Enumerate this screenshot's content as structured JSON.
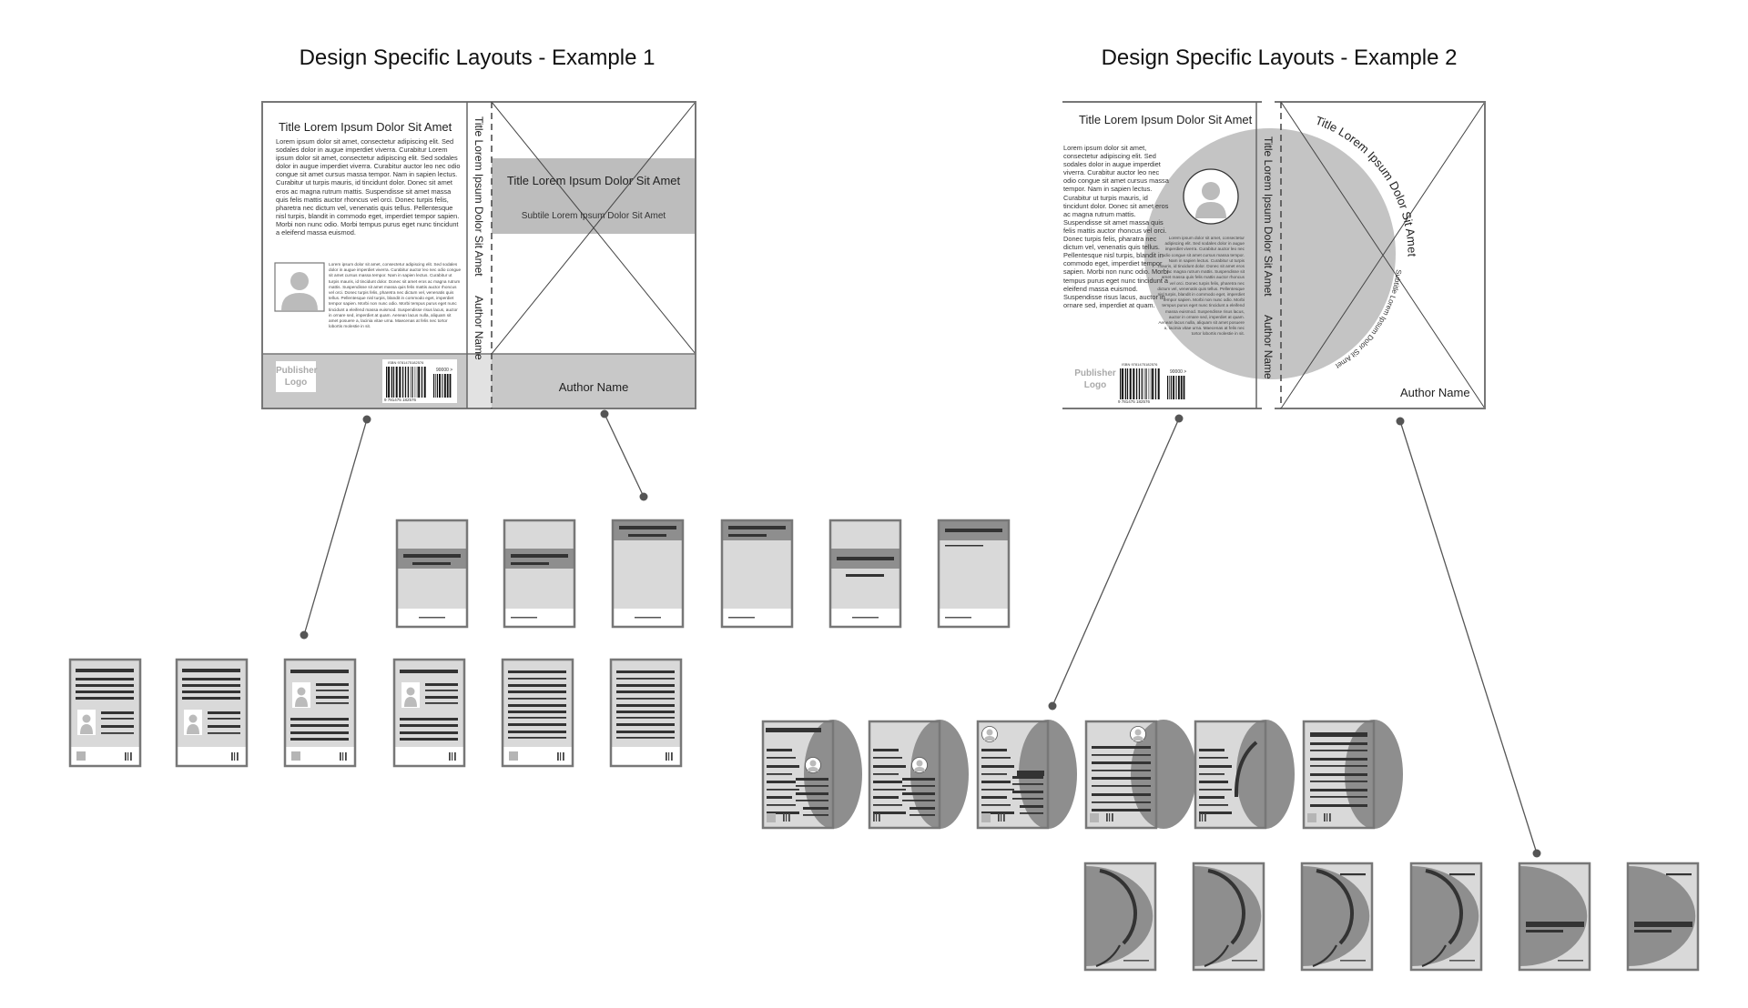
{
  "headings": {
    "example1": "Design Specific Layouts - Example 1",
    "example2": "Design Specific Layouts - Example 2"
  },
  "colors": {
    "border": "#777777",
    "light": "#d9d9d9",
    "mid": "#8e8e8e",
    "band": "#c8c8c8",
    "dark": "#333333",
    "connector": "#555555"
  },
  "example1": {
    "back_title": "Title Lorem Ipsum Dolor Sit Amet",
    "back_paragraph": "Lorem ipsum dolor sit amet, consectetur adipiscing elit. Sed sodales dolor in augue imperdiet viverra. Curabitur Lorem ipsum dolor sit amet, consectetur adipiscing elit. Sed sodales dolor in augue imperdiet viverra. Curabitur auctor leo nec odio congue sit amet cursus massa tempor. Nam in sapien lectus. Curabitur ut turpis mauris, id tincidunt dolor. Donec sit amet eros ac magna rutrum mattis. Suspendisse sit amet massa quis felis mattis auctor rhoncus vel orci. Donec turpis felis, pharetra nec dictum vel, venenatis quis tellus. Pellentesque nisl turpis, blandit in commodo eget, imperdiet tempor sapien. Morbi non nunc odio. Morbi tempus purus eget nunc tincidunt a eleifend massa euismod.",
    "bio_paragraph": "Lorem ipsum dolor sit amet, consectetur adipiscing elit. Sed sodales dolor in augue imperdiet viverra. Curabitur auctor leo nec odio congue sit amet cursus massa tempor. Nam in sapien lectus. Curabitur ut turpis mauris, id tincidunt dolor. Donec sit amet eros ac magna rutrum mattis. Suspendisse sit amet massa quis felis mattis auctor rhoncus vel orci. Donec turpis felis, pharetra nec dictum vel, venenatis quis tellus. Pellentesque nisl turpis, blandit in commodo eget, imperdiet tempor sapien. Morbi non nunc odio. Morbi tempus purus eget nunc tincidunt a eleifend massa euismod. Suspendisse risus lacus, auctor in ornare sed, imperdiet at quam. Aenean lacus nulla, aliquam sit amet posuere a, lacinia vitae urna. Maecenas at felis nec tortor lobortis molestie in sit.",
    "publisher_logo": "Publisher Logo",
    "isbn": "ISBN 9781475182576",
    "price_code": "90000 >",
    "barcode_number": "9 781475 182576",
    "spine_title": "Title Lorem Ipsum Dolor Sit Amet",
    "spine_author": "Author Name",
    "front_title": "Title Lorem Ipsum Dolor Sit Amet",
    "front_subtitle": "Subtile Lorem Ipsum Dolor Sit Amet",
    "front_author": "Author Name"
  },
  "example2": {
    "back_title": "Title Lorem Ipsum Dolor Sit Amet",
    "back_paragraph": "Lorem ipsum dolor sit amet, consectetur adipiscing elit. Sed sodales dolor in augue imperdiet viverra. Curabitur auctor leo nec odio congue sit amet cursus massa tempor. Nam in sapien lectus. Curabitur ut turpis mauris, id tincidunt dolor. Donec sit amet eros ac magna rutrum mattis. Suspendisse sit amet massa quis felis mattis auctor rhoncus vel orci. Donec turpis felis, pharatra nec dictum vel, venenatis quis tellus. Pellentesque nisl turpis, blandit in commodo eget, imperdiet tempor sapien. Morbi non nunc odio. Morbi tempus purus eget nunc tincidunt a eleifend massa euismod. Suspendisse risus lacus, auctor in ornare sed, imperdiet at quam.",
    "bio_paragraph": "Lorem ipsum dolor sit amet, consectetur adipiscing elit. Sed sodales dolor in augue imperdiet viverra. Curabitur auctor leo nec odio congue sit amet cursus massa tempor. Nam in sapien lectus. Curabitur ut turpis mauris, id tincidunt dolor. Donec sit amet eros ac magna rutrum mattis. Suspendisse sit amet massa quis felis mattis auctor rhoncus vel orci. Donec turpis felis, pharetra nec dictum vel, venenatis quis tellus. Pellentesque nisl turpis, blandit in commodo eget, imperdiet tempor sapien. Morbi non nunc odio. Morbi tempus purus eget nunc tincidunt a eleifend massa euismod. Suspendisse risus lacus, auctor in ornare sed, imperdiet at quam. Aenean lacus nulla, aliquam sit amet posuere a, lacinia vitae urna. Maecenas at felis nec tortor lobortis molestie in sit.",
    "publisher_logo": "Publisher Logo",
    "isbn": "ISBN 9781475182576",
    "price_code": "90000 >",
    "barcode_number": "9 781475 182576",
    "spine_title": "Title Lorem Ipsum Dolor Sit Amet",
    "spine_author": "Author Name",
    "front_title": "Title Lorem Ipsum Dolor Sit Amet",
    "front_subtitle": "Subtitle Lorem Ipsum Dolor Sit Amet",
    "front_author": "Author Name"
  }
}
